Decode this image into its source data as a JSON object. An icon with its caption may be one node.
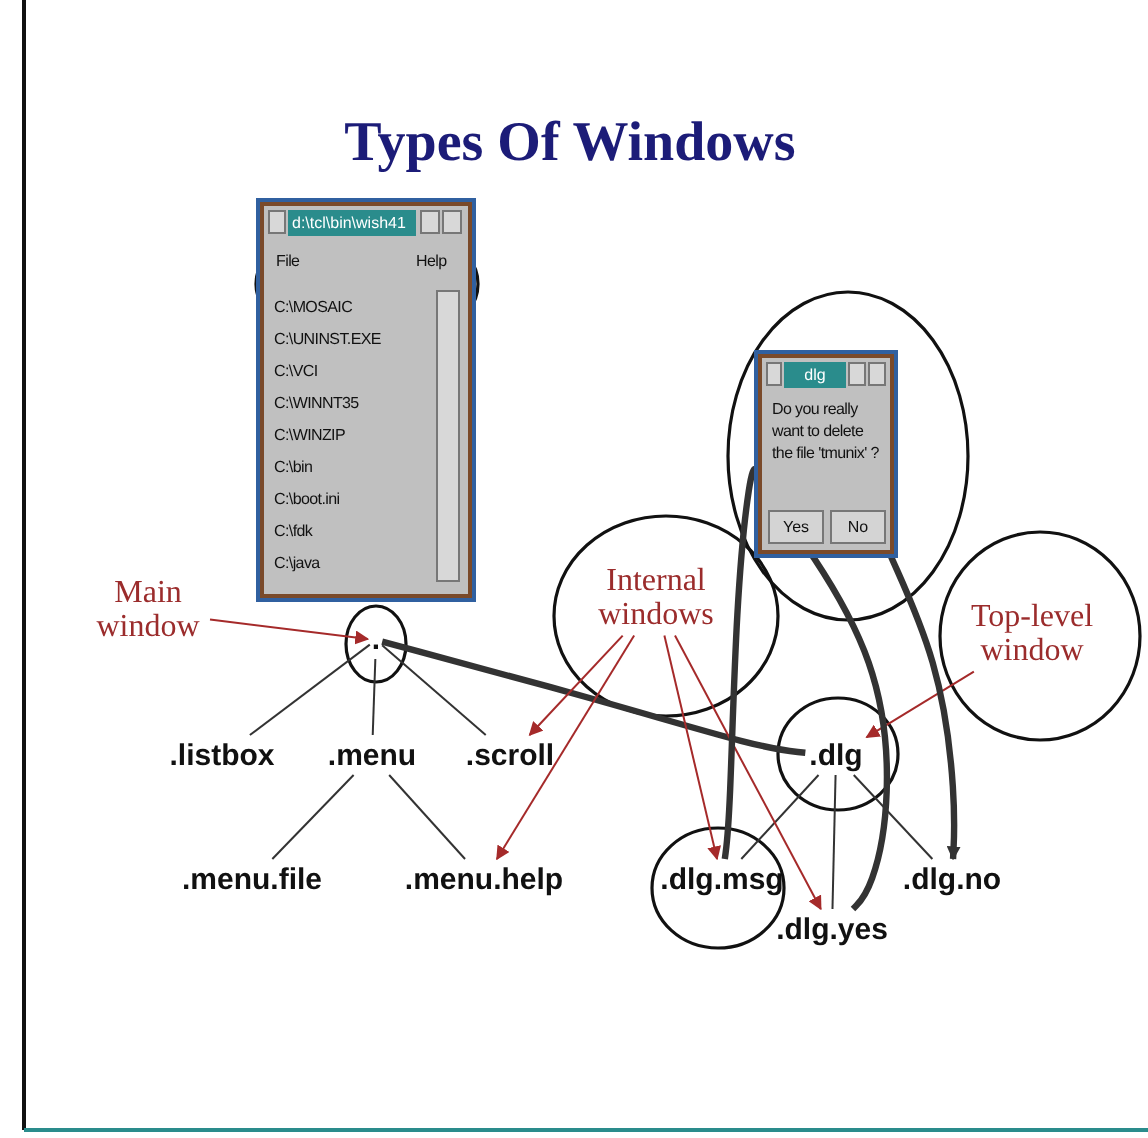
{
  "diagram": {
    "title": "Types Of Windows",
    "nodes": [
      {
        "text": [
          "."
        ]
      },
      {
        "text": [
          ".listbox"
        ]
      },
      {
        "text": [
          ".menu"
        ]
      },
      {
        "text": [
          ".scroll"
        ]
      },
      {
        "text": [
          ".menu.file"
        ]
      },
      {
        "text": [
          ".menu.help"
        ]
      },
      {
        "text": [
          ".dlg"
        ]
      },
      {
        "text": [
          ".dlg.msg"
        ]
      },
      {
        "text": [
          ".dlg.yes"
        ]
      },
      {
        "text": [
          ".dlg.no"
        ]
      },
      {
        "text": [
          "Main window"
        ]
      },
      {
        "text": [
          "Internal windows"
        ]
      },
      {
        "text": [
          "Top-level window"
        ]
      },
      {
        "text": [
          "d:\\tcl\\bin\\wish41",
          "File",
          "Help",
          "C:\\MOSAIC",
          "C:\\UNINST.EXE",
          "C:\\VCI",
          "C:\\WINNT35",
          "C:\\WINZIP",
          "C:\\bin",
          "C:\\boot.ini",
          "C:\\fdk",
          "C:\\java"
        ]
      },
      {
        "text": [
          "dlg",
          "Do you really want to delete the file 'tmunix' ?"
        ]
      },
      {
        "text": [
          "Yes"
        ],
        "in": 14
      },
      {
        "text": [
          "No"
        ],
        "in": 14
      }
    ],
    "edges": [
      {
        "from": 0,
        "to": 1,
        "arrow": "none"
      },
      {
        "from": 0,
        "to": 2,
        "arrow": "none"
      },
      {
        "from": 0,
        "to": 3,
        "arrow": "none"
      },
      {
        "from": 2,
        "to": 4,
        "arrow": "none"
      },
      {
        "from": 2,
        "to": 5,
        "arrow": "none"
      },
      {
        "from": 0,
        "to": 6,
        "arrow": "none",
        "style": "thick"
      },
      {
        "from": 6,
        "to": 7,
        "arrow": "none"
      },
      {
        "from": 6,
        "to": 8,
        "arrow": "none"
      },
      {
        "from": 6,
        "to": 9,
        "arrow": "none"
      },
      {
        "from": 10,
        "to": 0,
        "arrow": "to",
        "color": "#a52a2a"
      },
      {
        "from": 11,
        "to": 3,
        "arrow": "to",
        "color": "#a52a2a"
      },
      {
        "from": 11,
        "to": 5,
        "arrow": "to",
        "color": "#a52a2a"
      },
      {
        "from": 11,
        "to": 7,
        "arrow": "to",
        "color": "#a52a2a"
      },
      {
        "from": 11,
        "to": 8,
        "arrow": "to",
        "color": "#a52a2a"
      },
      {
        "from": 12,
        "to": 6,
        "arrow": "to",
        "color": "#a52a2a"
      },
      {
        "from": 14,
        "to": 7,
        "arrow": "none",
        "style": "thick"
      },
      {
        "from": 15,
        "to": 8,
        "arrow": "none",
        "style": "thick"
      },
      {
        "from": 16,
        "to": 9,
        "arrow": "to",
        "style": "thick"
      }
    ]
  }
}
